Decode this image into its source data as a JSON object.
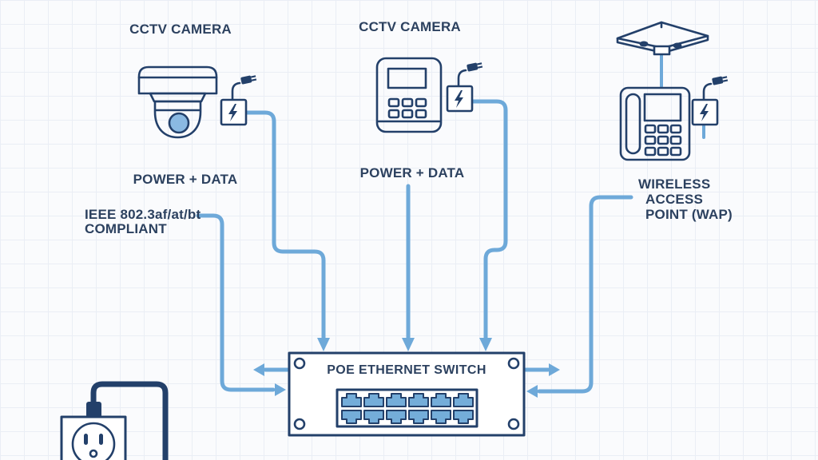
{
  "theme": {
    "background": "#fafbfd",
    "grid_line": "#eaeef5",
    "outline_navy": "#23406a",
    "text_navy": "#2c415f",
    "line_blue": "#6ea9d9",
    "port_blue": "#74add9",
    "lens_blue": "#8ab9e2"
  },
  "labels": {
    "camera_left": "CCTV CAMERA",
    "camera_center": "CCTV CAMERA",
    "power_data_left": "POWER + DATA",
    "power_data_center": "POWER + DATA",
    "ieee": {
      "line1": "IEEE 802.3af/at/bt",
      "line2": "COMPLIANT"
    },
    "wap": {
      "line1": "WIRELESS",
      "line2": "ACCESS",
      "line3": "POINT (WAP)"
    },
    "switch_title": "POE ETHERNET SWITCH"
  },
  "diagram": {
    "type": "diagram",
    "topic": "Power over Ethernet (PoE) network wiring",
    "nodes": [
      {
        "id": "cctv-dome-camera",
        "label": "CCTV CAMERA",
        "icon": "dome-camera-icon"
      },
      {
        "id": "cctv-keypad-camera",
        "label": "CCTV CAMERA",
        "icon": "keypad-camera-icon"
      },
      {
        "id": "wireless-access-point",
        "label": "WIRELESS ACCESS POINT (WAP)",
        "icon": "ceiling-mount-icon"
      },
      {
        "id": "poe-injector-left",
        "icon": "poe-injector-icon"
      },
      {
        "id": "poe-injector-center",
        "icon": "poe-injector-icon"
      },
      {
        "id": "poe-injector-right",
        "icon": "poe-injector-icon"
      },
      {
        "id": "poe-switch",
        "label": "POE ETHERNET SWITCH",
        "ports": 12,
        "icon": "ethernet-switch-icon"
      },
      {
        "id": "power-outlet",
        "icon": "power-outlet-icon"
      }
    ],
    "connections": [
      {
        "from": "cctv-dome-camera",
        "to": "poe-switch",
        "label": "POWER + DATA"
      },
      {
        "from": "cctv-keypad-camera",
        "to": "poe-switch",
        "label": "POWER + DATA"
      },
      {
        "from": "wireless-access-point",
        "to": "poe-switch",
        "label": "WIRELESS ACCESS POINT (WAP)"
      },
      {
        "from": "ieee-note",
        "to": "poe-switch",
        "label": "IEEE 802.3af/at/bt COMPLIANT"
      },
      {
        "from": "power-outlet",
        "to": "poe-switch",
        "label": ""
      }
    ]
  }
}
